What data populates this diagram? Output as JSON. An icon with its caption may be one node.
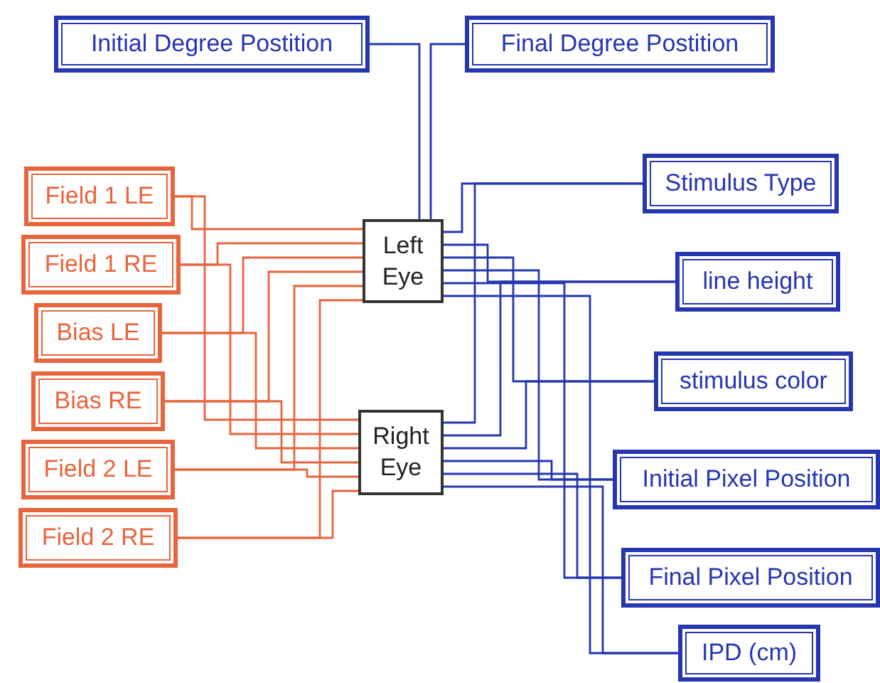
{
  "diagram": {
    "nodes": [
      {
        "text": [
          "Initial Degree Postition"
        ]
      },
      {
        "text": [
          "Final Degree Postition"
        ]
      },
      {
        "text": [
          "Field 1 LE"
        ]
      },
      {
        "text": [
          "Field 1 RE"
        ]
      },
      {
        "text": [
          "Bias LE"
        ]
      },
      {
        "text": [
          "Bias RE"
        ]
      },
      {
        "text": [
          "Field 2 LE"
        ]
      },
      {
        "text": [
          "Field 2 RE"
        ]
      },
      {
        "text": [
          "Left Eye"
        ]
      },
      {
        "text": [
          "Right Eye"
        ]
      },
      {
        "text": [
          "Stimulus Type"
        ]
      },
      {
        "text": [
          "line height"
        ]
      },
      {
        "text": [
          "stimulus color"
        ]
      },
      {
        "text": [
          "Initial Pixel Position"
        ]
      },
      {
        "text": [
          "Final Pixel Position"
        ]
      },
      {
        "text": [
          "IPD (cm)"
        ]
      }
    ],
    "edges": [
      {
        "from": 0,
        "to": 8,
        "arrow": "none"
      },
      {
        "from": 1,
        "to": 8,
        "arrow": "none"
      },
      {
        "from": 2,
        "to": 8,
        "arrow": "none",
        "color": "#e8643c"
      },
      {
        "from": 2,
        "to": 9,
        "arrow": "none",
        "color": "#e8643c"
      },
      {
        "from": 3,
        "to": 8,
        "arrow": "none",
        "color": "#e8643c"
      },
      {
        "from": 3,
        "to": 9,
        "arrow": "none",
        "color": "#e8643c"
      },
      {
        "from": 4,
        "to": 8,
        "arrow": "none",
        "color": "#e8643c"
      },
      {
        "from": 4,
        "to": 9,
        "arrow": "none",
        "color": "#e8643c"
      },
      {
        "from": 5,
        "to": 8,
        "arrow": "none",
        "color": "#e8643c"
      },
      {
        "from": 5,
        "to": 9,
        "arrow": "none",
        "color": "#e8643c"
      },
      {
        "from": 6,
        "to": 8,
        "arrow": "none",
        "color": "#e8643c"
      },
      {
        "from": 6,
        "to": 9,
        "arrow": "none",
        "color": "#e8643c"
      },
      {
        "from": 7,
        "to": 8,
        "arrow": "none",
        "color": "#e8643c"
      },
      {
        "from": 7,
        "to": 9,
        "arrow": "none",
        "color": "#e8643c"
      },
      {
        "from": 10,
        "to": 8,
        "arrow": "none"
      },
      {
        "from": 10,
        "to": 9,
        "arrow": "none"
      },
      {
        "from": 11,
        "to": 8,
        "arrow": "none"
      },
      {
        "from": 11,
        "to": 9,
        "arrow": "none"
      },
      {
        "from": 12,
        "to": 8,
        "arrow": "none"
      },
      {
        "from": 12,
        "to": 9,
        "arrow": "none"
      },
      {
        "from": 13,
        "to": 8,
        "arrow": "none"
      },
      {
        "from": 13,
        "to": 9,
        "arrow": "none"
      },
      {
        "from": 14,
        "to": 8,
        "arrow": "none"
      },
      {
        "from": 14,
        "to": 9,
        "arrow": "none"
      },
      {
        "from": 15,
        "to": 8,
        "arrow": "none"
      },
      {
        "from": 15,
        "to": 9,
        "arrow": "none"
      }
    ]
  }
}
